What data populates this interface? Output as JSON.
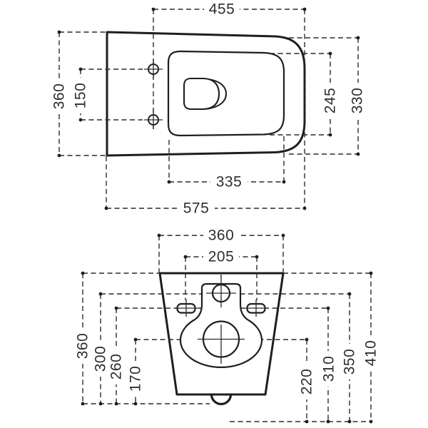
{
  "colors": {
    "background": "#ffffff",
    "line": "#1e1e1e",
    "text": "#2e2e2e"
  },
  "top_view": {
    "dims": {
      "holes_to_front": "455",
      "overall_width": "360",
      "hole_spacing": "150",
      "bowl_width": "245",
      "front_width": "330",
      "bowl_length": "335",
      "overall_length": "575"
    }
  },
  "front_view": {
    "dims": {
      "top_width": "360",
      "mount_hole_spacing": "205",
      "overall_height": "360",
      "inlet_height": "300",
      "mount_holes_height": "260",
      "outlet_height": "170",
      "outlet_offset": "220",
      "mount_holes_offset": "310",
      "inlet_offset": "350",
      "top_offset": "410"
    }
  }
}
